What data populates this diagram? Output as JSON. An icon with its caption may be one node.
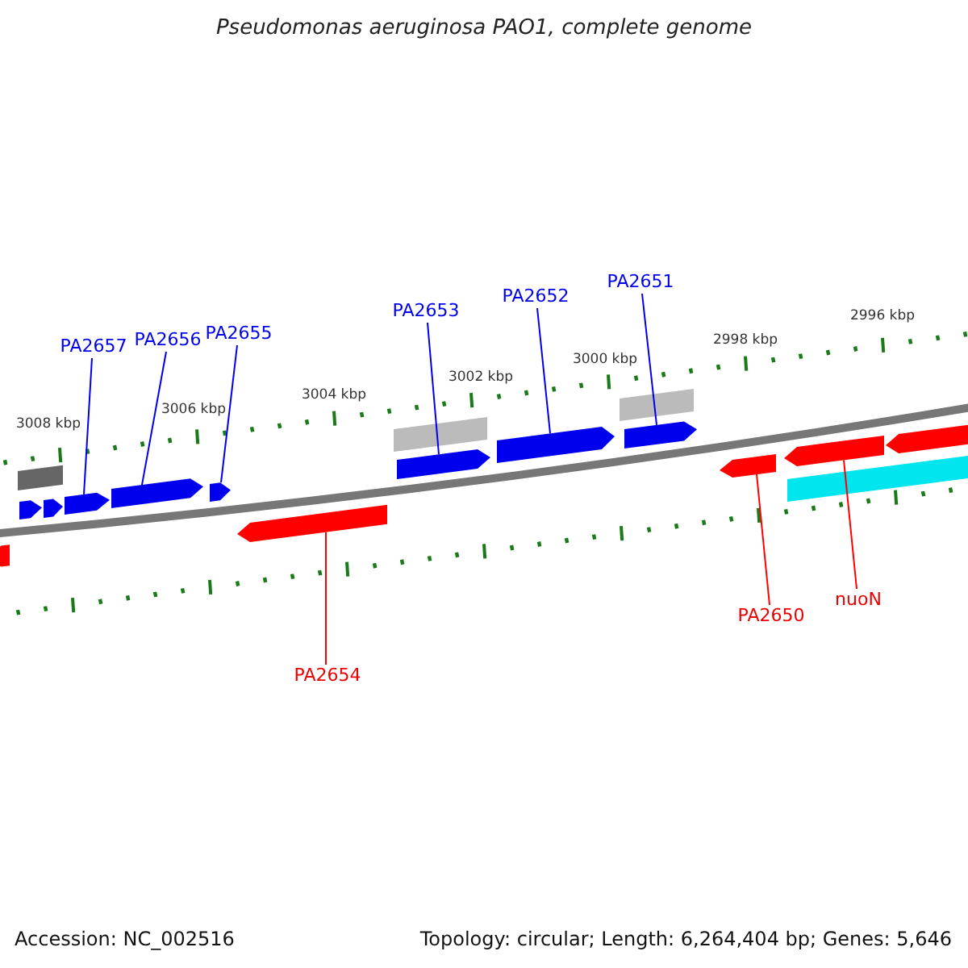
{
  "diagram": {
    "title": "Pseudomonas aeruginosa PAO1, complete genome",
    "nodes": [
      {
        "text": [
          "PA2657"
        ]
      },
      {
        "text": [
          "PA2656"
        ]
      },
      {
        "text": [
          "PA2655"
        ]
      },
      {
        "text": [
          "PA2653"
        ]
      },
      {
        "text": [
          "PA2652"
        ]
      },
      {
        "text": [
          "PA2651"
        ]
      },
      {
        "text": [
          "PA2654"
        ]
      },
      {
        "text": [
          "PA2650"
        ]
      },
      {
        "text": [
          "nuoN"
        ]
      },
      {
        "text": [],
        "shape": "arrow"
      },
      {
        "text": [],
        "shape": "box"
      },
      {
        "text": [],
        "shape": "arrow"
      },
      {
        "text": [],
        "shape": "arrow"
      },
      {
        "text": [],
        "shape": "arrow"
      },
      {
        "text": [],
        "shape": "arrow"
      },
      {
        "text": [],
        "shape": "arrow"
      },
      {
        "text": [],
        "shape": "arrow"
      },
      {
        "text": [],
        "shape": "box"
      },
      {
        "text": [],
        "shape": "arrow"
      },
      {
        "text": [],
        "shape": "arrow"
      },
      {
        "text": [],
        "shape": "box"
      },
      {
        "text": [],
        "shape": "arrow"
      },
      {
        "text": [],
        "shape": "arrow"
      },
      {
        "text": [],
        "shape": "arrow"
      },
      {
        "text": [],
        "shape": "box"
      },
      {
        "text": [],
        "shape": "arrow"
      }
    ],
    "edges": [
      {
        "from": 0,
        "to": 13,
        "arrow": "none"
      },
      {
        "from": 1,
        "to": 14,
        "arrow": "none"
      },
      {
        "from": 2,
        "to": 15,
        "arrow": "none"
      },
      {
        "from": 3,
        "to": 18,
        "arrow": "none"
      },
      {
        "from": 4,
        "to": 19,
        "arrow": "none"
      },
      {
        "from": 5,
        "to": 21,
        "arrow": "none"
      },
      {
        "from": 6,
        "to": 16,
        "arrow": "none",
        "color": "#ff0000"
      },
      {
        "from": 7,
        "to": 22,
        "arrow": "none",
        "color": "#ff0000"
      },
      {
        "from": 8,
        "to": 23,
        "arrow": "none",
        "color": "#ff0000"
      }
    ],
    "labels": [
      "3008 kbp",
      "3006 kbp",
      "3004 kbp",
      "3002 kbp",
      "3000 kbp",
      "2998 kbp",
      "2996 kbp",
      "Accession: NC_002516",
      "Topology: circular; Length: 6,264,404 bp; Genes: 5,646"
    ]
  }
}
